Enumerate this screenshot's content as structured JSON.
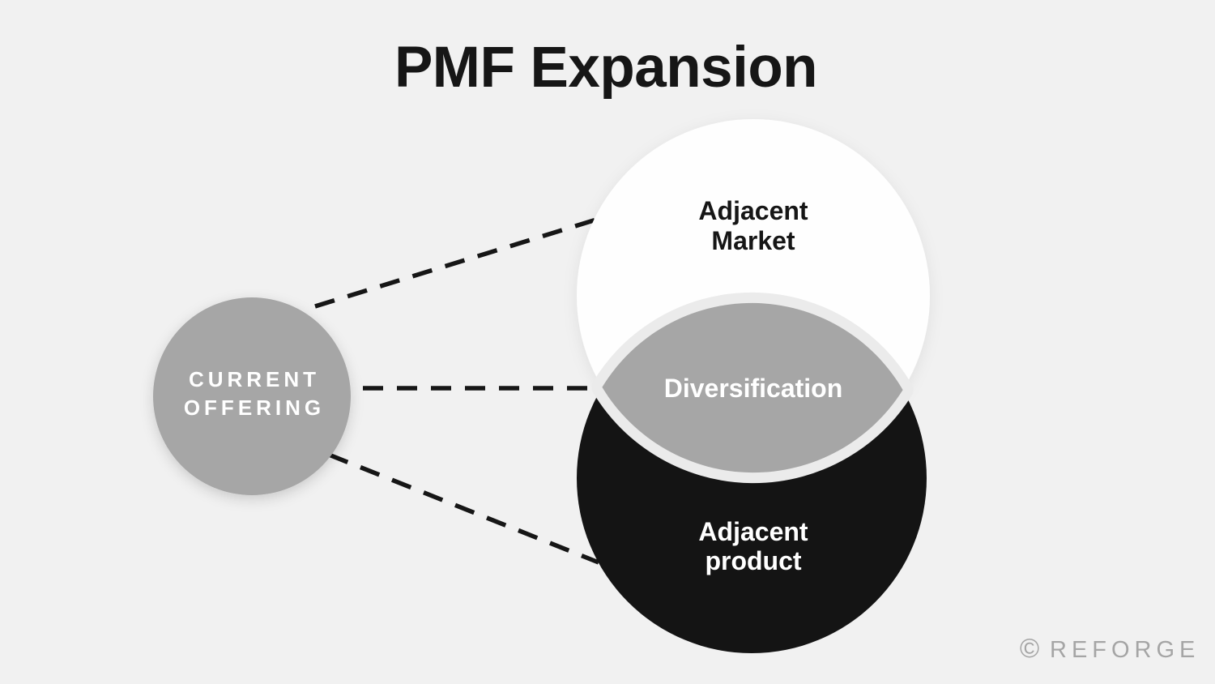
{
  "title": "PMF Expansion",
  "colors": {
    "bg": "#f1f1f1",
    "circle_gray": "#a6a6a6",
    "circle_white": "#fefefe",
    "circle_black": "#141414",
    "lens_gray": "#a6a6a6",
    "lens_band": "#ebebeb",
    "ink": "#161616",
    "text_light": "#ffffff",
    "brand_gray": "#a5a5a5"
  },
  "diagram": {
    "current_offering": {
      "line1": "CURRENT",
      "line2": "OFFERING"
    },
    "adjacent_market": {
      "line1": "Adjacent",
      "line2": "Market"
    },
    "diversification": {
      "label": "Diversification"
    },
    "adjacent_product": {
      "line1": "Adjacent",
      "line2": "product"
    }
  },
  "footer": {
    "copyright_symbol": "©",
    "brand": "REFORGE"
  }
}
